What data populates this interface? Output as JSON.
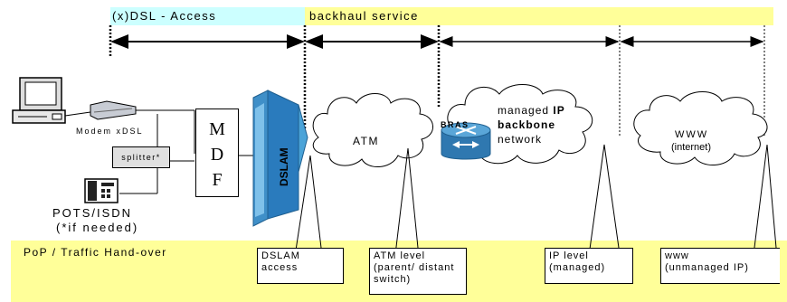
{
  "top_bands": {
    "access_label": "(x)DSL - Access",
    "backhaul_label": "backhaul service",
    "access_color": "#ccffff",
    "backhaul_color": "#ffff99"
  },
  "bottom_band": {
    "title": "PoP / Traffic Hand-over",
    "color": "#ffff99"
  },
  "customer": {
    "modem_label": "Modem xDSL",
    "splitter_label": "splitter*",
    "pots_line1": "POTS/ISDN",
    "pots_line2": "(*if needed)"
  },
  "mdf": {
    "l1": "M",
    "l2": "D",
    "l3": "F"
  },
  "dslam_label": "DSLAM",
  "clouds": {
    "atm": "ATM",
    "bras": "BRAS",
    "ip_line1_plain": "managed ",
    "ip_line1_bold": "IP",
    "ip_line2": "backbone",
    "ip_line3": "network",
    "www_line1": "WWW",
    "www_line2": "(internet)"
  },
  "callouts": {
    "dslam": [
      "DSLAM",
      "access"
    ],
    "atm": [
      "ATM level",
      "(parent/ distant",
      "switch)"
    ],
    "ip": [
      "IP level",
      "(managed)"
    ],
    "www": [
      "www",
      "(unmanaged IP)"
    ]
  }
}
